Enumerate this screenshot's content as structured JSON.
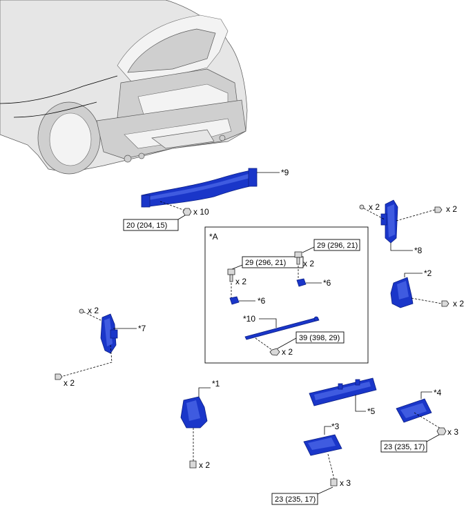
{
  "labels": {
    "p9": "*9",
    "p8": "*8",
    "p2": "*2",
    "p7": "*7",
    "p1": "*1",
    "p5": "*5",
    "p4": "*4",
    "p3": "*3",
    "pA": "*A",
    "pA6a": "*6",
    "pA6b": "*6",
    "pA10": "*10"
  },
  "qty": {
    "q9": "x 10",
    "q8a": "x 2",
    "q8b": "x 2",
    "q2": "x 2",
    "q7a": "x 2",
    "q7b": "x 2",
    "q1": "x 2",
    "q4": "x 3",
    "q3": "x 3",
    "qA1": "x 2",
    "qA2": "x 2",
    "qA10": "x 2"
  },
  "torque": {
    "t9": "20 (204, 15)",
    "tA1": "29 (296, 21)",
    "tA2": "29 (296, 21)",
    "tA10": "39 (398, 29)",
    "t4": "23 (235, 17)",
    "t3": "23 (235, 17)"
  },
  "colors": {
    "part": "#1a36c9",
    "car": "#e6e6e6"
  }
}
